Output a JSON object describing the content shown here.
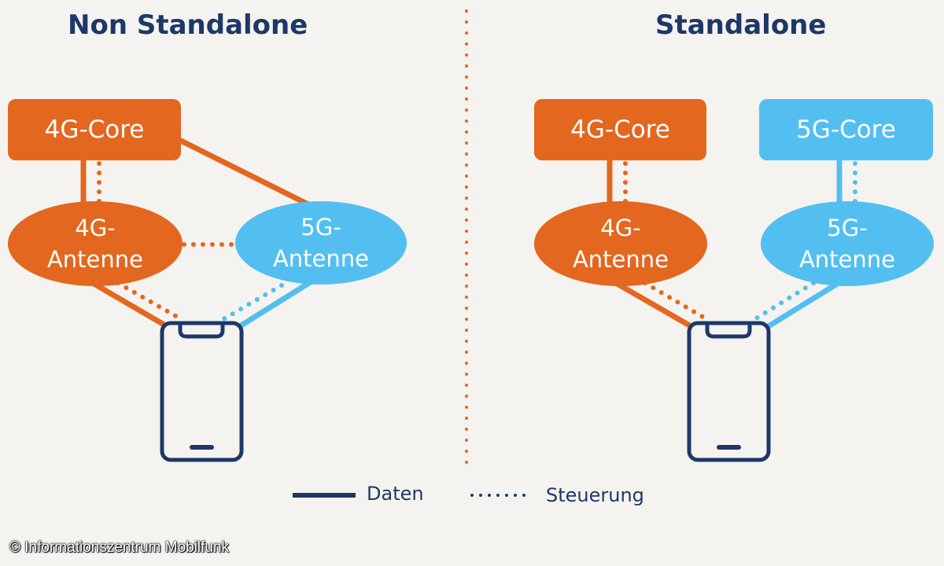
{
  "titles": {
    "left": "Non Standalone",
    "right": "Standalone"
  },
  "nsa": {
    "core": "4G-Core",
    "antenna_4g": [
      "4G-",
      "Antenne"
    ],
    "antenna_5g": [
      "5G-",
      "Antenne"
    ]
  },
  "sa": {
    "core_4g": "4G-Core",
    "core_5g": "5G-Core",
    "antenna_4g": [
      "4G-",
      "Antenne"
    ],
    "antenna_5g": [
      "5G-",
      "Antenne"
    ]
  },
  "legend": {
    "solid": "Daten",
    "dotted": "Steuerung"
  },
  "copyright": "© Informationszentrum Mobilfunk",
  "colors": {
    "orange": "#e3671f",
    "blue": "#53bff0",
    "navy": "#1d3868",
    "background": "#f5f3ef"
  }
}
